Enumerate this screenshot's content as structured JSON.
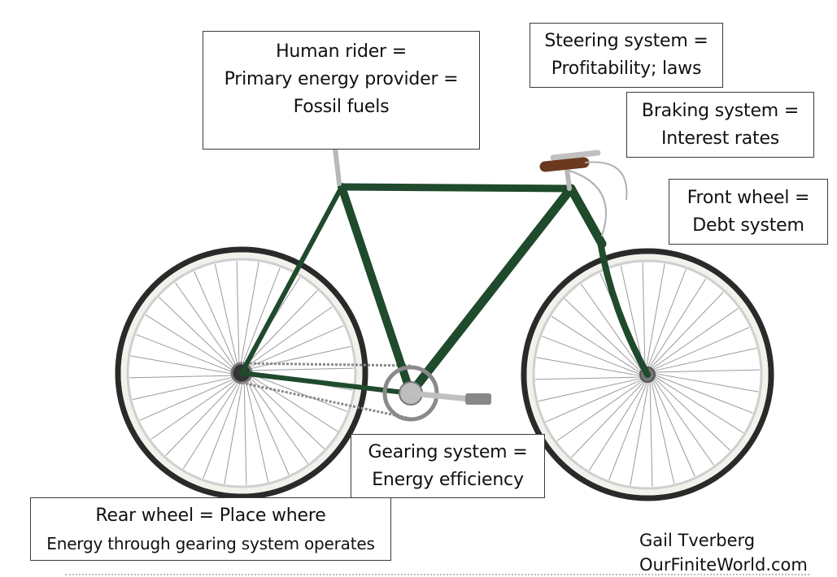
{
  "labels": {
    "rider": [
      "Human rider =",
      "Primary energy provider  =",
      "Fossil fuels"
    ],
    "steering": [
      "Steering system  =",
      "Profitability; laws"
    ],
    "braking": [
      "Braking system  =",
      "Interest rates"
    ],
    "front_wheel": [
      "Front wheel =",
      "Debt system"
    ],
    "gearing": [
      "Gearing system  =",
      "Energy efficiency"
    ],
    "rear_wheel": [
      "Rear wheel  = Place where",
      "Energy through gearing system operates"
    ]
  },
  "credit": {
    "author": "Gail Tverberg",
    "site": "OurFiniteWorld.com"
  },
  "colors": {
    "frame": "#1f4a2c",
    "tire": "#2a2a2a",
    "tire_wall": "#f3f1ec",
    "saddle": "#8b5a2b",
    "spoke": "#9a9a9a",
    "chrome": "#b8b8b8"
  }
}
